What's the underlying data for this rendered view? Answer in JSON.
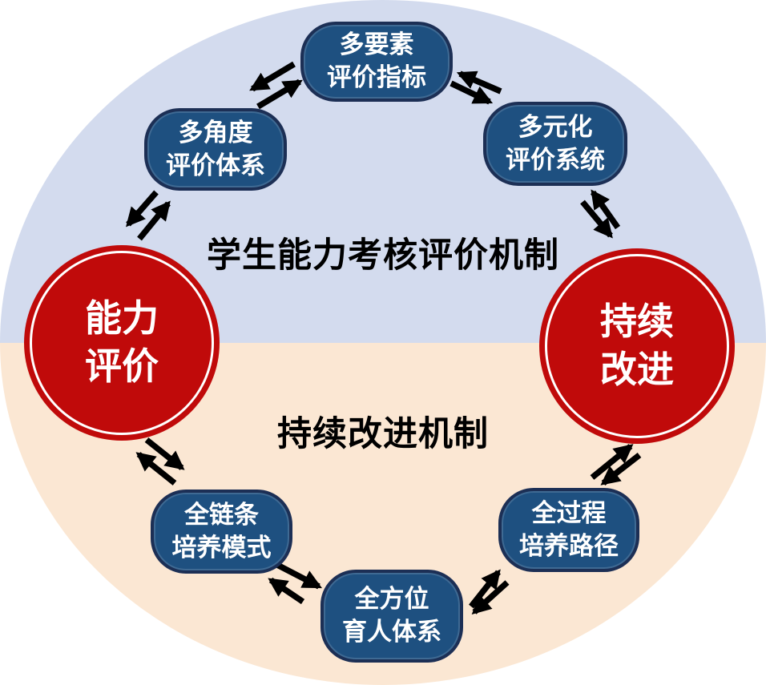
{
  "diagram": {
    "title_top": "学生能力考核评价机制",
    "title_bottom": "持续改进机制",
    "hubs": [
      {
        "id": "ability-evaluation",
        "line1": "能力",
        "line2": "评价"
      },
      {
        "id": "continuous-improvement",
        "line1": "持续",
        "line2": "改进"
      }
    ],
    "nodes": [
      {
        "id": "top",
        "line1": "多要素",
        "line2": "评价指标"
      },
      {
        "id": "top-left",
        "line1": "多角度",
        "line2": "评价体系"
      },
      {
        "id": "top-right",
        "line1": "多元化",
        "line2": "评价系统"
      },
      {
        "id": "bottom-left",
        "line1": "全链条",
        "line2": "培养模式"
      },
      {
        "id": "bottom-right",
        "line1": "全过程",
        "line2": "培养路径"
      },
      {
        "id": "bottom",
        "line1": "全方位",
        "line2": "育人体系"
      }
    ],
    "colors": {
      "top_half": "#d3dbee",
      "bottom_half": "#fbe7d3",
      "node_fill": "#1e5080",
      "node_border": "#1c2f55",
      "hub_fill": "#c00a0a",
      "arrow": "#000000",
      "text_light": "#ffffff",
      "title_text": "#000000"
    }
  }
}
